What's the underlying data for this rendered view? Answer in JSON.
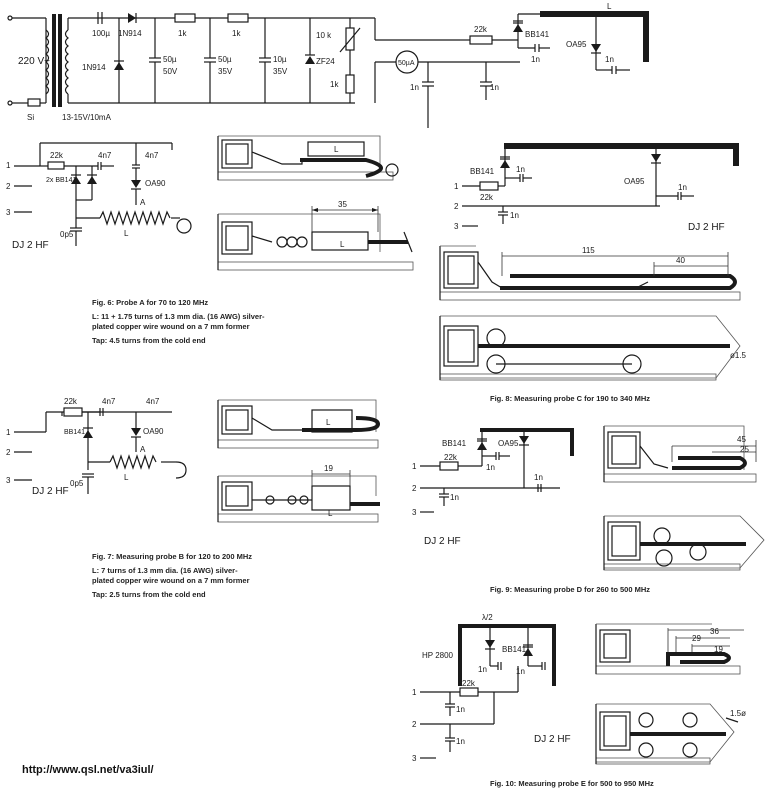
{
  "supply": {
    "mains": "220 V~",
    "fuse": "Si",
    "transformer_secondary": "13-15V/10mA",
    "c_input": "100µ",
    "diode": "1N914",
    "diode_shunt": "1N914",
    "r1": "1k",
    "r2": "1k",
    "c1_value": "50µ",
    "c1_voltage": "50V",
    "c2_value": "50µ",
    "c2_voltage": "35V",
    "c3_value": "10µ",
    "c3_voltage": "35V",
    "zener": "ZF24",
    "pot": "10 k",
    "r3": "1k",
    "meter": "50µA",
    "c_meter": "1n",
    "r_bias": "22k",
    "varicap": "BB141",
    "c_var": "1n",
    "c_out": "1n",
    "detector": "OA95",
    "c_det": "1n",
    "line_label": "L"
  },
  "probe_a": {
    "r": "22k",
    "c_left": "4n7",
    "c_right": "4n7",
    "varicap": "2x BB141",
    "detector": "OA90",
    "tap": "A",
    "cap_bottom": "0p5",
    "coil": "L",
    "callsign": "DJ 2 HF",
    "pins": [
      "1",
      "2",
      "3"
    ],
    "dimension": "35",
    "coil_label": "L",
    "caption": {
      "title": "Fig. 6: Probe A for 70 to 120 MHz",
      "line1": "L: 11 + 1.75 turns of 1.3 mm dia. (16 AWG) silver-",
      "line2": "plated copper wire wound on a 7 mm former",
      "line3": "Tap: 4.5 turns from the cold end"
    }
  },
  "probe_b": {
    "r": "22k",
    "c_left": "4n7",
    "c_right": "4n7",
    "varicap": "BB141",
    "detector": "OA90",
    "tap": "A",
    "cap_bottom": "0p5",
    "coil": "L",
    "callsign": "DJ 2 HF",
    "pins": [
      "1",
      "2",
      "3"
    ],
    "dimension": "19",
    "coil_label": "L",
    "caption": {
      "title": "Fig. 7: Measuring probe B for 120 to 200 MHz",
      "line1": "L: 7 turns of 1.3 mm dia. (16 AWG) silver-",
      "line2": "plated copper wire wound on a 7 mm former",
      "line3": "Tap: 2.5 turns from the cold end"
    }
  },
  "probe_c": {
    "varicap": "BB141",
    "c1": "1n",
    "r": "22k",
    "c2": "1n",
    "detector": "OA95",
    "c_det": "1n",
    "callsign": "DJ 2 HF",
    "pins": [
      "1",
      "2",
      "3"
    ],
    "dim_total": "115",
    "dim_tap": "40",
    "diameter": "ø1.5",
    "caption": "Fig. 8: Measuring probe C for 190 to 340 MHz"
  },
  "probe_d": {
    "varicap": "BB141",
    "detector": "OA95",
    "r": "22k",
    "c1": "1n",
    "c2": "1n",
    "c3": "1n",
    "callsign": "DJ 2 HF",
    "pins": [
      "1",
      "2",
      "3"
    ],
    "dim_a": "45",
    "dim_b": "25",
    "caption": "Fig. 9: Measuring probe D for 260 to 500 MHz"
  },
  "probe_e": {
    "line_label": "λ/2",
    "detector": "HP 2800",
    "varicap": "BB141",
    "c_left": "1n",
    "c_right": "1n",
    "r": "22k",
    "c1": "1n",
    "c2": "1n",
    "callsign": "DJ 2 HF",
    "pins": [
      "1",
      "2",
      "3"
    ],
    "dim_a": "36",
    "dim_b": "29",
    "dim_c": "19",
    "diameter": "1.5ø",
    "caption": "Fig. 10: Measuring probe E for 500 to 950 MHz"
  },
  "footer_url": "http://www.qsl.net/va3iul/"
}
